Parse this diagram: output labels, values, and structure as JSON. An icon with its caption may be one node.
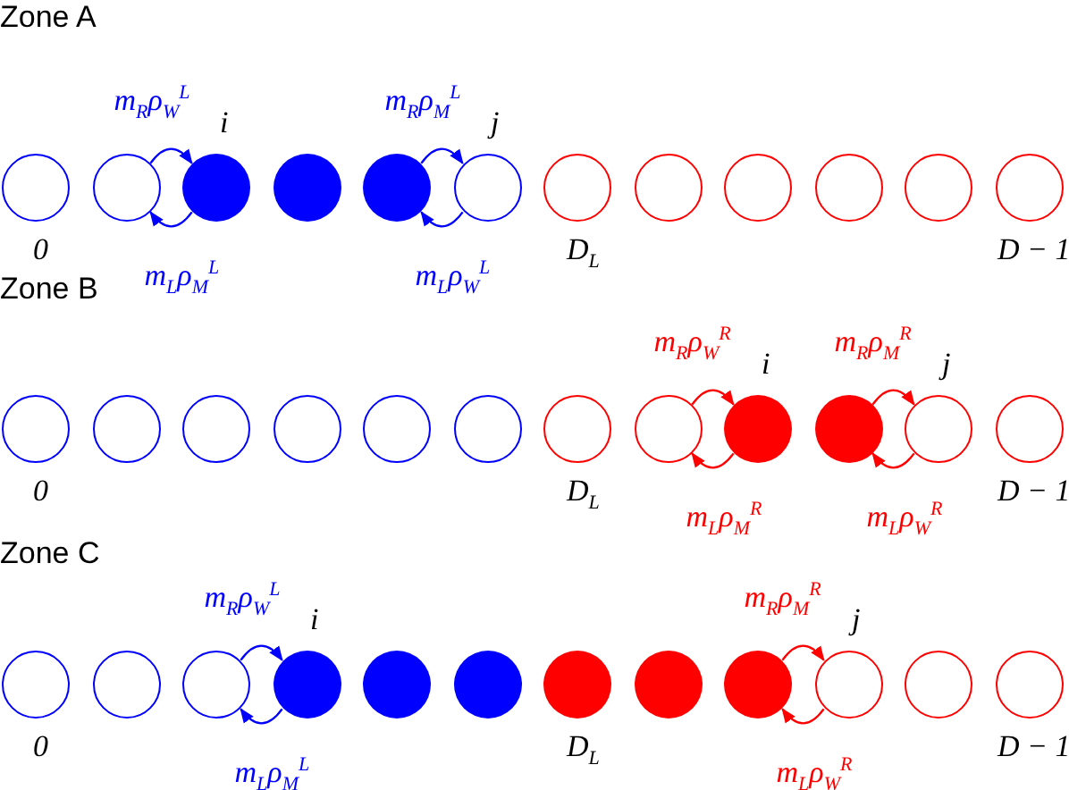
{
  "diagram": {
    "nodes": [
      {
        "text": [],
        "shape": "circle",
        "beside": [
          "0"
        ]
      },
      {
        "text": [],
        "shape": "circle"
      },
      {
        "text": [],
        "shape": "circle",
        "beside": [
          "i"
        ]
      },
      {
        "text": [],
        "shape": "circle"
      },
      {
        "text": [],
        "shape": "circle"
      },
      {
        "text": [],
        "shape": "circle",
        "beside": [
          "j"
        ]
      },
      {
        "text": [],
        "shape": "circle",
        "beside": [
          "D$_{L}$"
        ]
      },
      {
        "text": [],
        "shape": "circle"
      },
      {
        "text": [],
        "shape": "circle"
      },
      {
        "text": [],
        "shape": "circle"
      },
      {
        "text": [],
        "shape": "circle"
      },
      {
        "text": [],
        "shape": "circle",
        "beside": [
          "D − 1"
        ]
      },
      {
        "text": [],
        "shape": "circle",
        "beside": [
          "0"
        ]
      },
      {
        "text": [],
        "shape": "circle"
      },
      {
        "text": [],
        "shape": "circle"
      },
      {
        "text": [],
        "shape": "circle"
      },
      {
        "text": [],
        "shape": "circle"
      },
      {
        "text": [],
        "shape": "circle"
      },
      {
        "text": [],
        "shape": "circle",
        "beside": [
          "D$_{L}$"
        ]
      },
      {
        "text": [],
        "shape": "circle"
      },
      {
        "text": [],
        "shape": "circle",
        "beside": [
          "i"
        ]
      },
      {
        "text": [],
        "shape": "circle"
      },
      {
        "text": [],
        "shape": "circle",
        "beside": [
          "j"
        ]
      },
      {
        "text": [],
        "shape": "circle",
        "beside": [
          "D − 1"
        ]
      },
      {
        "text": [],
        "shape": "circle",
        "beside": [
          "0"
        ]
      },
      {
        "text": [],
        "shape": "circle"
      },
      {
        "text": [],
        "shape": "circle"
      },
      {
        "text": [],
        "shape": "circle",
        "beside": [
          "i"
        ]
      },
      {
        "text": [],
        "shape": "circle"
      },
      {
        "text": [],
        "shape": "circle"
      },
      {
        "text": [],
        "shape": "circle",
        "beside": [
          "D$_{L}$"
        ]
      },
      {
        "text": [],
        "shape": "circle"
      },
      {
        "text": [],
        "shape": "circle"
      },
      {
        "text": [],
        "shape": "circle",
        "beside": [
          "j"
        ]
      },
      {
        "text": [],
        "shape": "circle"
      },
      {
        "text": [],
        "shape": "circle",
        "beside": [
          "D − 1"
        ]
      }
    ],
    "edges": [
      {
        "from": 1,
        "to": 2,
        "arrow": "to",
        "label": "m$_{R}$ρ$_{W}$$^{L}$"
      },
      {
        "from": 2,
        "to": 1,
        "arrow": "to",
        "label": "m$_{L}$ρ$_{M}$$^{L}$"
      },
      {
        "from": 4,
        "to": 5,
        "arrow": "to",
        "label": "m$_{R}$ρ$_{M}$$^{L}$"
      },
      {
        "from": 5,
        "to": 4,
        "arrow": "to",
        "label": "m$_{L}$ρ$_{W}$$^{L}$"
      },
      {
        "from": 19,
        "to": 20,
        "arrow": "to",
        "label": "m$_{R}$ρ$_{W}$$^{R}$",
        "color": "#ff0000"
      },
      {
        "from": 20,
        "to": 19,
        "arrow": "to",
        "label": "m$_{L}$ρ$_{M}$$^{R}$",
        "color": "#ff0000"
      },
      {
        "from": 21,
        "to": 22,
        "arrow": "to",
        "label": "m$_{R}$ρ$_{M}$$^{R}$",
        "color": "#ff0000"
      },
      {
        "from": 22,
        "to": 21,
        "arrow": "to",
        "label": "m$_{L}$ρ$_{W}$$^{R}$",
        "color": "#ff0000"
      },
      {
        "from": 26,
        "to": 27,
        "arrow": "to",
        "label": "m$_{R}$ρ$_{W}$$^{L}$"
      },
      {
        "from": 27,
        "to": 26,
        "arrow": "to",
        "label": "m$_{L}$ρ$_{M}$$^{L}$"
      },
      {
        "from": 32,
        "to": 33,
        "arrow": "to",
        "label": "m$_{R}$ρ$_{M}$$^{R}$",
        "color": "#ff0000"
      },
      {
        "from": 33,
        "to": 32,
        "arrow": "to",
        "label": "m$_{L}$ρ$_{W}$$^{R}$",
        "color": "#ff0000"
      }
    ],
    "labels": [
      "Zone A",
      "Zone B",
      "Zone C"
    ]
  }
}
